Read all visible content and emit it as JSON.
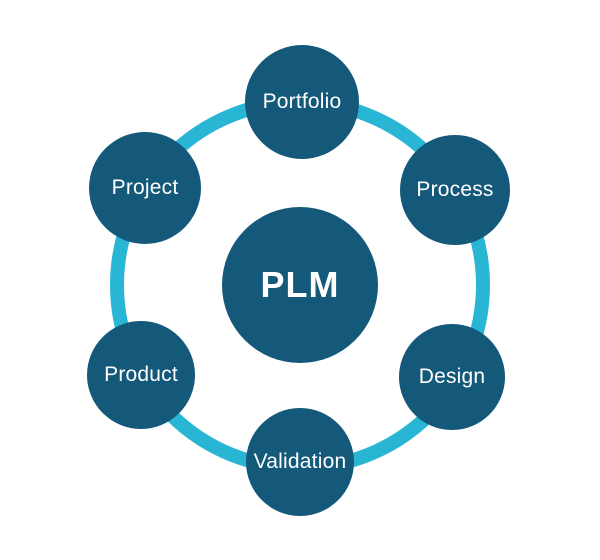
{
  "diagram": {
    "center_label": "PLM",
    "nodes": [
      {
        "id": "portfolio",
        "label": "Portfolio"
      },
      {
        "id": "process",
        "label": "Process"
      },
      {
        "id": "design",
        "label": "Design"
      },
      {
        "id": "validation",
        "label": "Validation"
      },
      {
        "id": "product",
        "label": "Product"
      },
      {
        "id": "project",
        "label": "Project"
      }
    ],
    "colors": {
      "node_fill": "#14587a",
      "ring": "#29b6d5",
      "text": "#ffffff"
    }
  }
}
